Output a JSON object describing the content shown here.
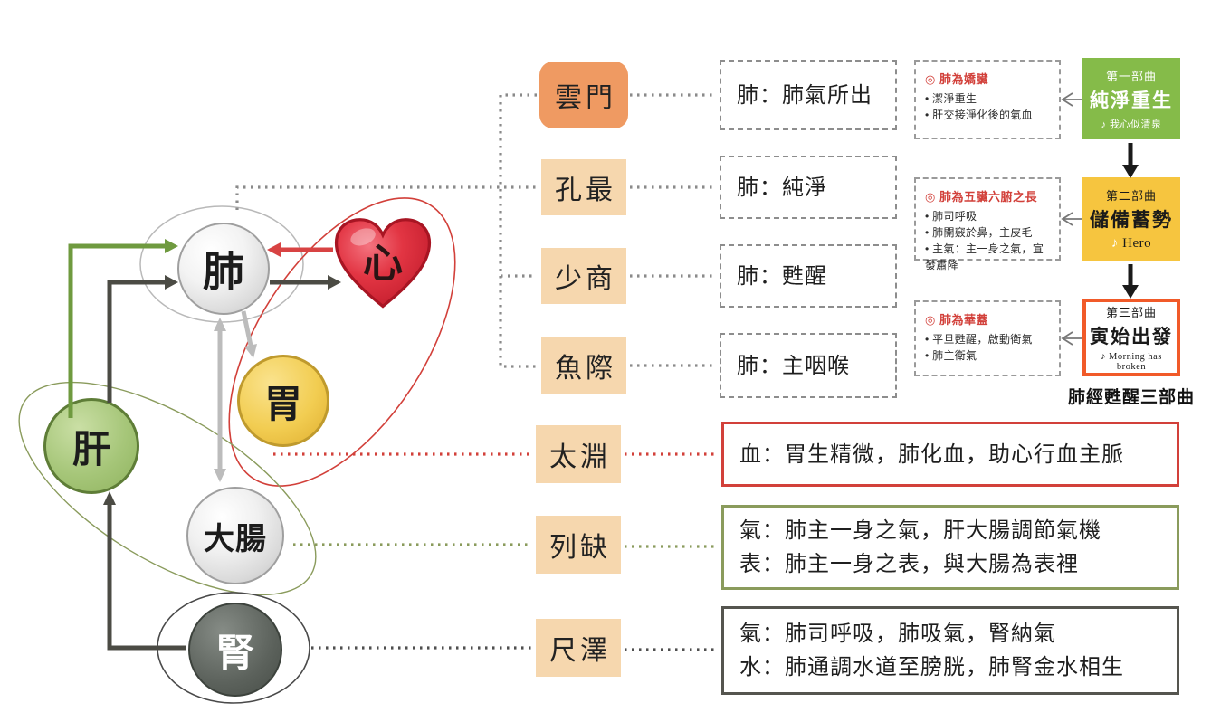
{
  "organs": {
    "lung": "肺",
    "heart": "心",
    "stomach": "胃",
    "liver": "肝",
    "large_intestine": "大腸",
    "kidney": "腎"
  },
  "acupoints": [
    {
      "label": "雲門",
      "lines": [
        "肺：肺氣所出"
      ]
    },
    {
      "label": "孔最",
      "lines": [
        "肺：純淨"
      ]
    },
    {
      "label": "少商",
      "lines": [
        "肺：甦醒"
      ]
    },
    {
      "label": "魚際",
      "lines": [
        "肺：主咽喉"
      ]
    },
    {
      "label": "太淵",
      "lines": [
        "血：胃生精微，肺化血，助心行血主脈"
      ]
    },
    {
      "label": "列缺",
      "lines": [
        "氣：肺主一身之氣，肝大腸調節氣機",
        "表：肺主一身之表，與大腸為表裡"
      ]
    },
    {
      "label": "尺澤",
      "lines": [
        "氣：肺司呼吸，肺吸氣，腎納氣",
        "水：肺通調水道至膀胱，肺腎金水相生"
      ]
    }
  ],
  "notes": [
    {
      "title": "◎ 肺為嬌臟",
      "bullets": [
        "潔淨重生",
        "肝交接淨化後的氣血"
      ]
    },
    {
      "title": "◎ 肺為五臟六腑之長",
      "bullets": [
        "肺司呼吸",
        "肺開竅於鼻，主皮毛",
        "主氣：主一身之氣，宣發肅降"
      ]
    },
    {
      "title": "◎ 肺為華蓋",
      "bullets": [
        "平旦甦醒，啟動衛氣",
        "肺主衛氣"
      ]
    }
  ],
  "trilogy": {
    "caption": "肺經甦醒三部曲",
    "parts": [
      {
        "step": "第一部曲",
        "title": "純淨重生",
        "note_icon": "♪",
        "song": "我心似清泉"
      },
      {
        "step": "第二部曲",
        "title": "儲備蓄勢",
        "note_icon": "♪",
        "song": "Hero"
      },
      {
        "step": "第三部曲",
        "title": "寅始出發",
        "note_icon": "♪",
        "song": "Morning has broken"
      }
    ]
  },
  "colors": {
    "acupoint_highlight": "#ef9a62",
    "acupoint_peach": "#f6d7ae",
    "red_accent": "#d2403a",
    "olive_accent": "#8a9b5c",
    "dark_accent": "#55554f",
    "green_box": "#85bb49",
    "yellow_box": "#f6c53f",
    "orange_border": "#f15a29",
    "liver_green": "#a6c679",
    "stomach_yellow": "#f2cd52",
    "kidney_gray": "#5c625c",
    "heart_red": "#e23543"
  }
}
